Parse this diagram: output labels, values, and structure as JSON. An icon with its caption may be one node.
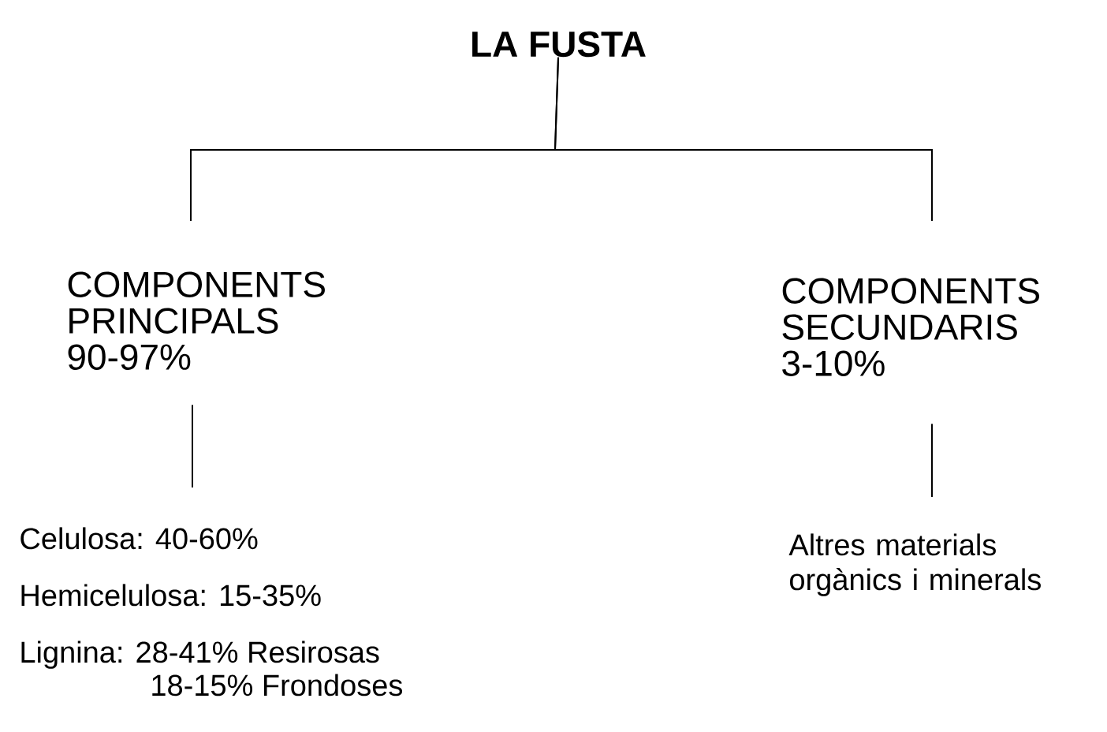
{
  "diagram": {
    "nodes": [
      {
        "text": [
          "LA FUSTA"
        ]
      },
      {
        "text": [
          "COMPONENTS PRINCIPALS",
          "90-97%"
        ]
      },
      {
        "text": [
          "COMPONENTS SECUNDARIS",
          "3-10%"
        ]
      },
      {
        "text": [
          "Celulosa: 40-60%",
          "Hemicelulosa: 15-35%",
          "Lignina: 28-41% Resirosas",
          "18-15% Frondoses"
        ]
      },
      {
        "text": [
          "Altres materials orgànics i minerals"
        ]
      }
    ],
    "edges": [
      {
        "from": 0,
        "to": 1,
        "arrow": "none"
      },
      {
        "from": 0,
        "to": 2,
        "arrow": "none"
      },
      {
        "from": 1,
        "to": 3,
        "arrow": "none"
      },
      {
        "from": 2,
        "to": 4,
        "arrow": "none"
      }
    ]
  }
}
